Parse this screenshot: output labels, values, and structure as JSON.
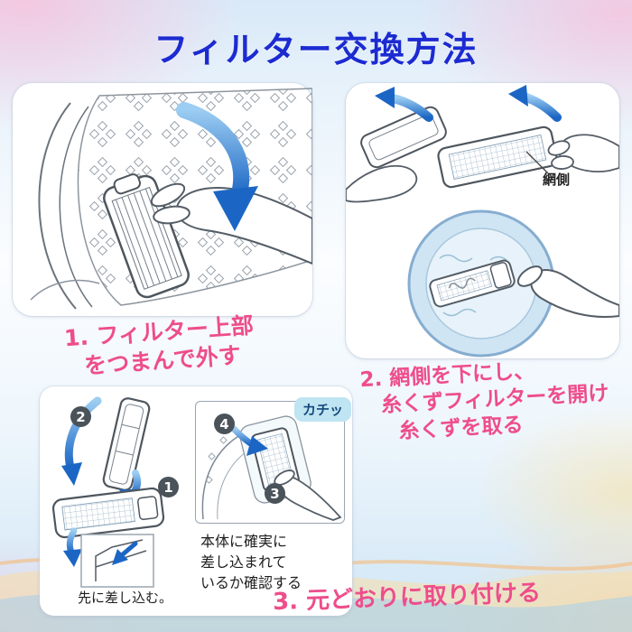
{
  "title": "フィルター交換方法",
  "colors": {
    "title_blue": "#1c2bd1",
    "handwriting_pink": "#ee4d8b",
    "arrow_blue": "#1b66c4",
    "badge_background": "#bfe4f2",
    "badge_text": "#15497c",
    "number_circle": "#4a525a"
  },
  "step1": {
    "line1": "1. フィルター上部",
    "line2": "をつまんで外す"
  },
  "step2": {
    "mesh_label": "網側",
    "line1": "2. 網側を下にし、",
    "line2": "糸くずフィルターを開け",
    "line3": "糸くずを取る"
  },
  "step3": {
    "badge": "カチッ",
    "num1": "1",
    "num2": "2",
    "num3": "3",
    "num4": "4",
    "insert_note": "先に差し込む。",
    "check_line1": "本体に確実に",
    "check_line2": "差し込まれて",
    "check_line3": "いるか確認する",
    "caption": "3. 元どおりに取り付ける"
  }
}
